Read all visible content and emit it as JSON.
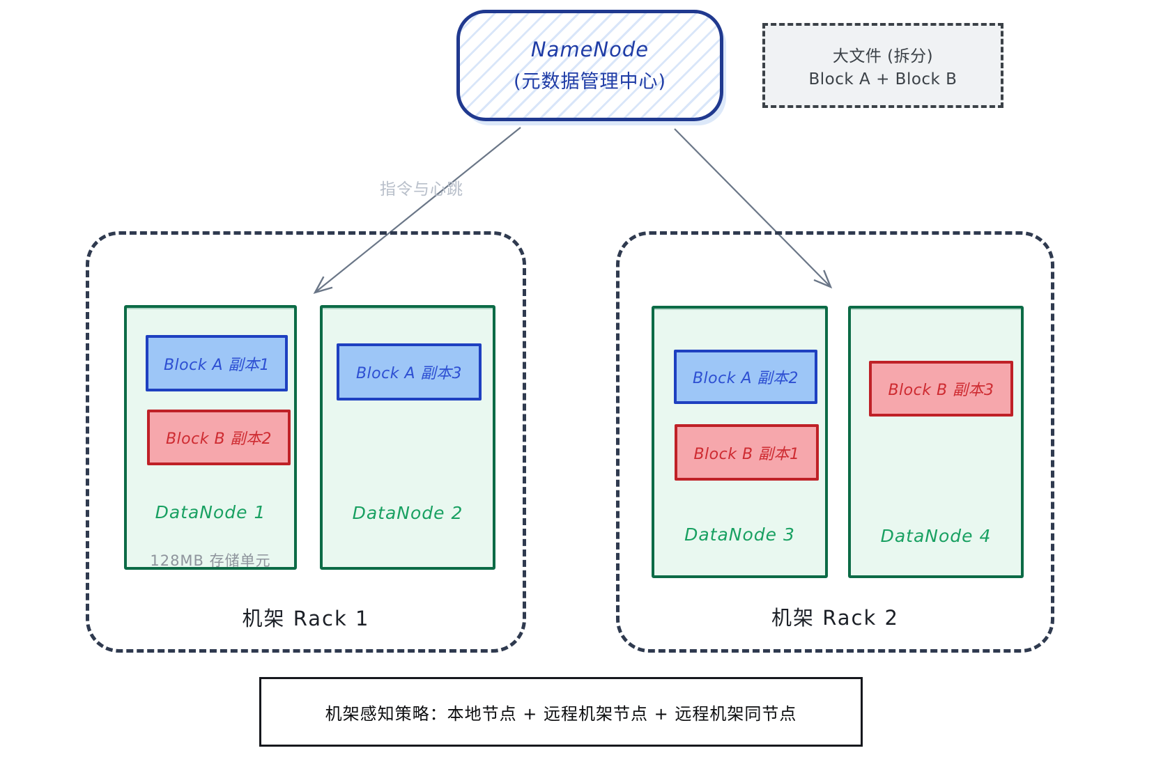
{
  "namenode": {
    "title": "NameNode",
    "subtitle": "(元数据管理中心)"
  },
  "file_box": {
    "line1": "大文件 (拆分)",
    "line2": "Block A + Block B"
  },
  "arrow_label": "指令与心跳",
  "racks": [
    {
      "label": "机架 Rack 1",
      "datanodes": [
        {
          "name": "DataNode 1",
          "note": "128MB 存储单元",
          "blocks": [
            {
              "label": "Block A 副本1",
              "type": "A"
            },
            {
              "label": "Block B 副本2",
              "type": "B"
            }
          ]
        },
        {
          "name": "DataNode 2",
          "blocks": [
            {
              "label": "Block A 副本3",
              "type": "A"
            }
          ]
        }
      ]
    },
    {
      "label": "机架 Rack 2",
      "datanodes": [
        {
          "name": "DataNode 3",
          "blocks": [
            {
              "label": "Block A 副本2",
              "type": "A"
            },
            {
              "label": "Block B 副本1",
              "type": "B"
            }
          ]
        },
        {
          "name": "DataNode 4",
          "blocks": [
            {
              "label": "Block B 副本3",
              "type": "B"
            }
          ]
        }
      ]
    }
  ],
  "strategy": {
    "text": "机架感知策略：本地节点 + 远程机架节点 + 远程机架同节点"
  },
  "colors": {
    "namenode_border": "#20398f",
    "namenode_text": "#1f3ca6",
    "block_a_fill": "#9dc6f7",
    "block_a_border": "#1e40c0",
    "block_b_fill": "#f6a7ac",
    "block_b_border": "#bf2127",
    "datanode_fill": "#e9f8f0",
    "datanode_border": "#0c6b46",
    "datanode_text": "#18a061",
    "rack_border": "#2f3a4f",
    "arrow": "#6a7687",
    "arrow_label_text": "#b8bfca",
    "file_box_fill": "#f0f2f4",
    "file_box_border": "#3b4147"
  }
}
